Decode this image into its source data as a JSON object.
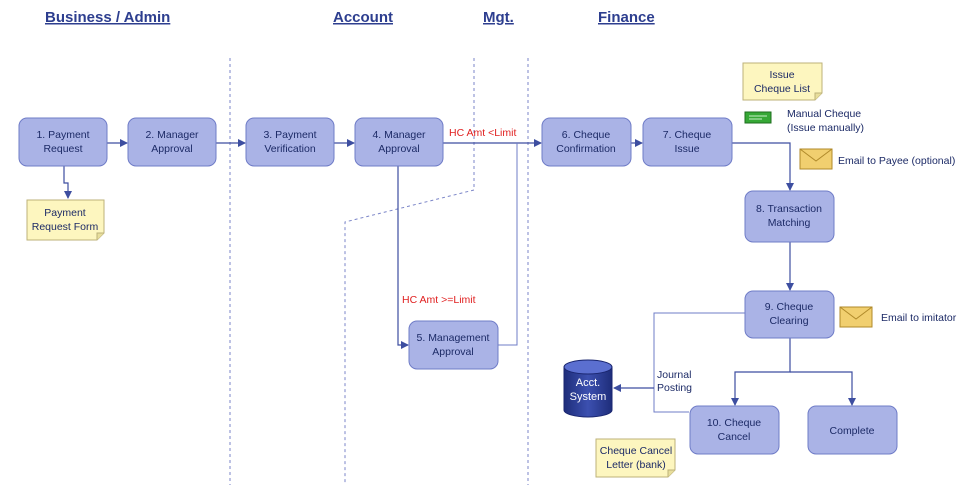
{
  "lanes": {
    "business": "Business / Admin",
    "account": "Account",
    "mgt": "Mgt.",
    "finance": "Finance"
  },
  "steps": {
    "s1": [
      "1. Payment",
      "Request"
    ],
    "s2": [
      "2. Manager",
      "Approval"
    ],
    "s3": [
      "3. Payment",
      "Verification"
    ],
    "s4": [
      "4. Manager",
      "Approval"
    ],
    "s5": [
      "5. Management",
      "Approval"
    ],
    "s6": [
      "6. Cheque",
      "Confirmation"
    ],
    "s7": [
      "7. Cheque",
      "Issue"
    ],
    "s8": [
      "8. Transaction",
      "Matching"
    ],
    "s9": [
      "9. Cheque",
      "Clearing"
    ],
    "s10": [
      "10. Cheque",
      "Cancel"
    ],
    "complete": "Complete"
  },
  "notes": {
    "payment_form": [
      "Payment",
      "Request Form"
    ],
    "issue_list": [
      "Issue",
      "Cheque List"
    ],
    "cancel_letter": [
      "Cheque Cancel",
      "Letter (bank)"
    ]
  },
  "annotations": {
    "manual_cheque": [
      "Manual Cheque",
      "(Issue manually)"
    ],
    "email_payee": "Email to Payee (optional)",
    "email_imitator": "Email to imitator",
    "journal_posting": [
      "Journal",
      "Posting"
    ],
    "acct_system": [
      "Acct.",
      "System"
    ]
  },
  "conditions": {
    "lt_limit": "HC Amt <Limit",
    "ge_limit": "HC Amt >=Limit"
  },
  "colors": {
    "box_fill": "#aab3e6",
    "note_fill": "#fdf6bf",
    "lane_title": "#2d3e8f",
    "condition_red": "#e02020",
    "database": "#2a3a8c"
  }
}
